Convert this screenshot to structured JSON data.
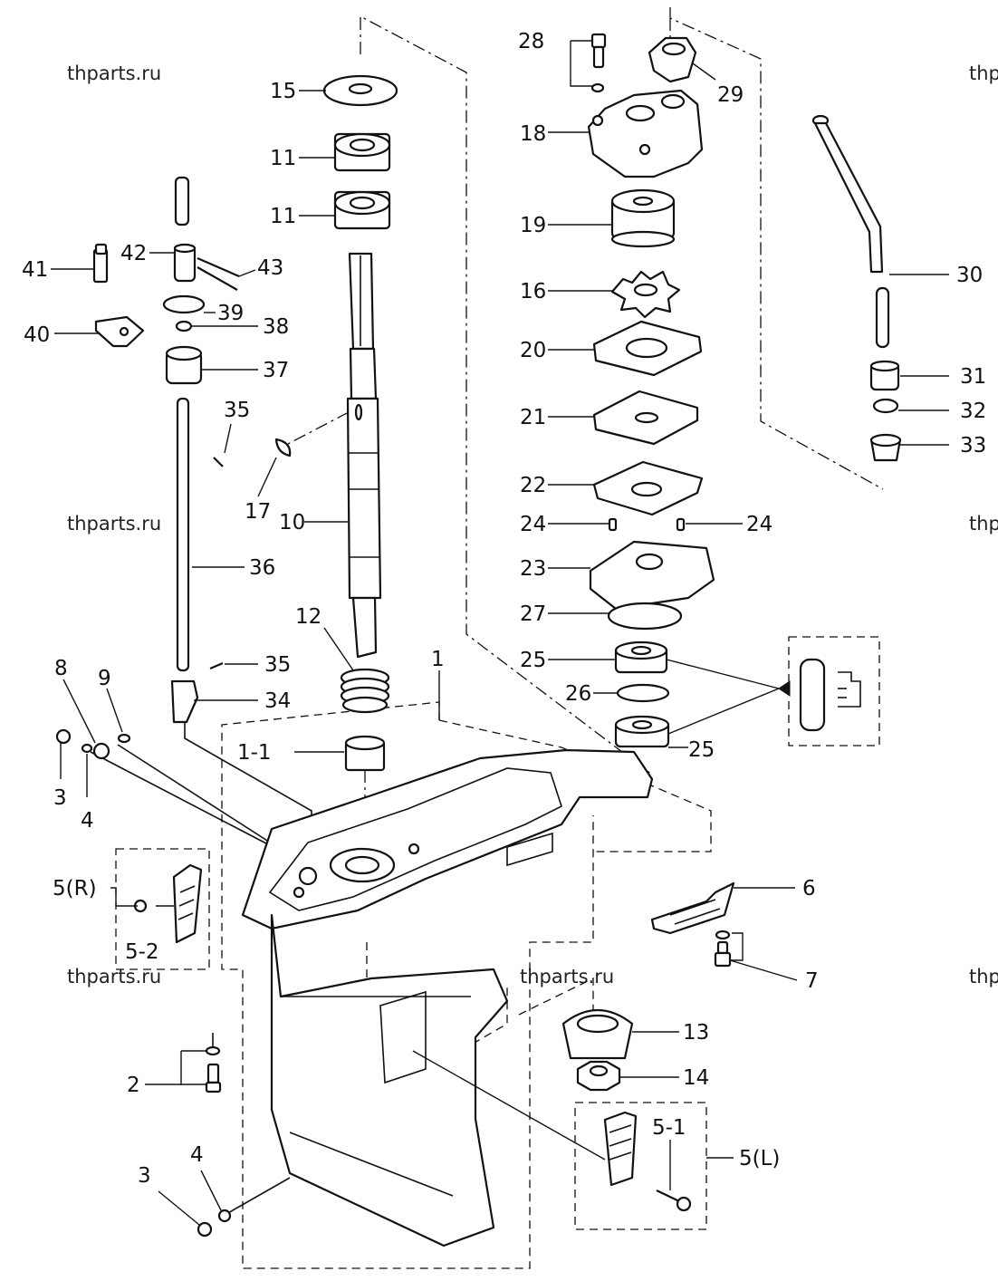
{
  "watermarks": [
    "thparts.ru",
    "thparts.ru",
    "thparts.ru",
    "thparts.ru",
    "thp",
    "thp",
    "thp"
  ],
  "labels": [
    {
      "id": "15",
      "text": "15"
    },
    {
      "id": "11a",
      "text": "11"
    },
    {
      "id": "11b",
      "text": "11"
    },
    {
      "id": "41",
      "text": "41"
    },
    {
      "id": "42",
      "text": "42"
    },
    {
      "id": "43",
      "text": "43"
    },
    {
      "id": "39",
      "text": "39"
    },
    {
      "id": "38",
      "text": "38"
    },
    {
      "id": "40",
      "text": "40"
    },
    {
      "id": "37",
      "text": "37"
    },
    {
      "id": "35a",
      "text": "35"
    },
    {
      "id": "17",
      "text": "17"
    },
    {
      "id": "10",
      "text": "10"
    },
    {
      "id": "36",
      "text": "36"
    },
    {
      "id": "12",
      "text": "12"
    },
    {
      "id": "35b",
      "text": "35"
    },
    {
      "id": "34",
      "text": "34"
    },
    {
      "id": "8",
      "text": "8"
    },
    {
      "id": "9",
      "text": "9"
    },
    {
      "id": "1",
      "text": "1"
    },
    {
      "id": "1-1",
      "text": "1-1"
    },
    {
      "id": "3a",
      "text": "3"
    },
    {
      "id": "4a",
      "text": "4"
    },
    {
      "id": "5R",
      "text": "5(R)"
    },
    {
      "id": "5-2",
      "text": "5-2"
    },
    {
      "id": "2",
      "text": "2"
    },
    {
      "id": "3b",
      "text": "3"
    },
    {
      "id": "4b",
      "text": "4"
    },
    {
      "id": "28",
      "text": "28"
    },
    {
      "id": "29",
      "text": "29"
    },
    {
      "id": "18",
      "text": "18"
    },
    {
      "id": "19",
      "text": "19"
    },
    {
      "id": "16",
      "text": "16"
    },
    {
      "id": "20",
      "text": "20"
    },
    {
      "id": "21",
      "text": "21"
    },
    {
      "id": "22",
      "text": "22"
    },
    {
      "id": "24a",
      "text": "24"
    },
    {
      "id": "24b",
      "text": "24"
    },
    {
      "id": "23",
      "text": "23"
    },
    {
      "id": "27",
      "text": "27"
    },
    {
      "id": "25a",
      "text": "25"
    },
    {
      "id": "26",
      "text": "26"
    },
    {
      "id": "25b",
      "text": "25"
    },
    {
      "id": "30",
      "text": "30"
    },
    {
      "id": "31",
      "text": "31"
    },
    {
      "id": "32",
      "text": "32"
    },
    {
      "id": "33",
      "text": "33"
    },
    {
      "id": "6",
      "text": "6"
    },
    {
      "id": "7",
      "text": "7"
    },
    {
      "id": "13",
      "text": "13"
    },
    {
      "id": "14",
      "text": "14"
    },
    {
      "id": "5-1",
      "text": "5-1"
    },
    {
      "id": "5L",
      "text": "5(L)"
    }
  ]
}
